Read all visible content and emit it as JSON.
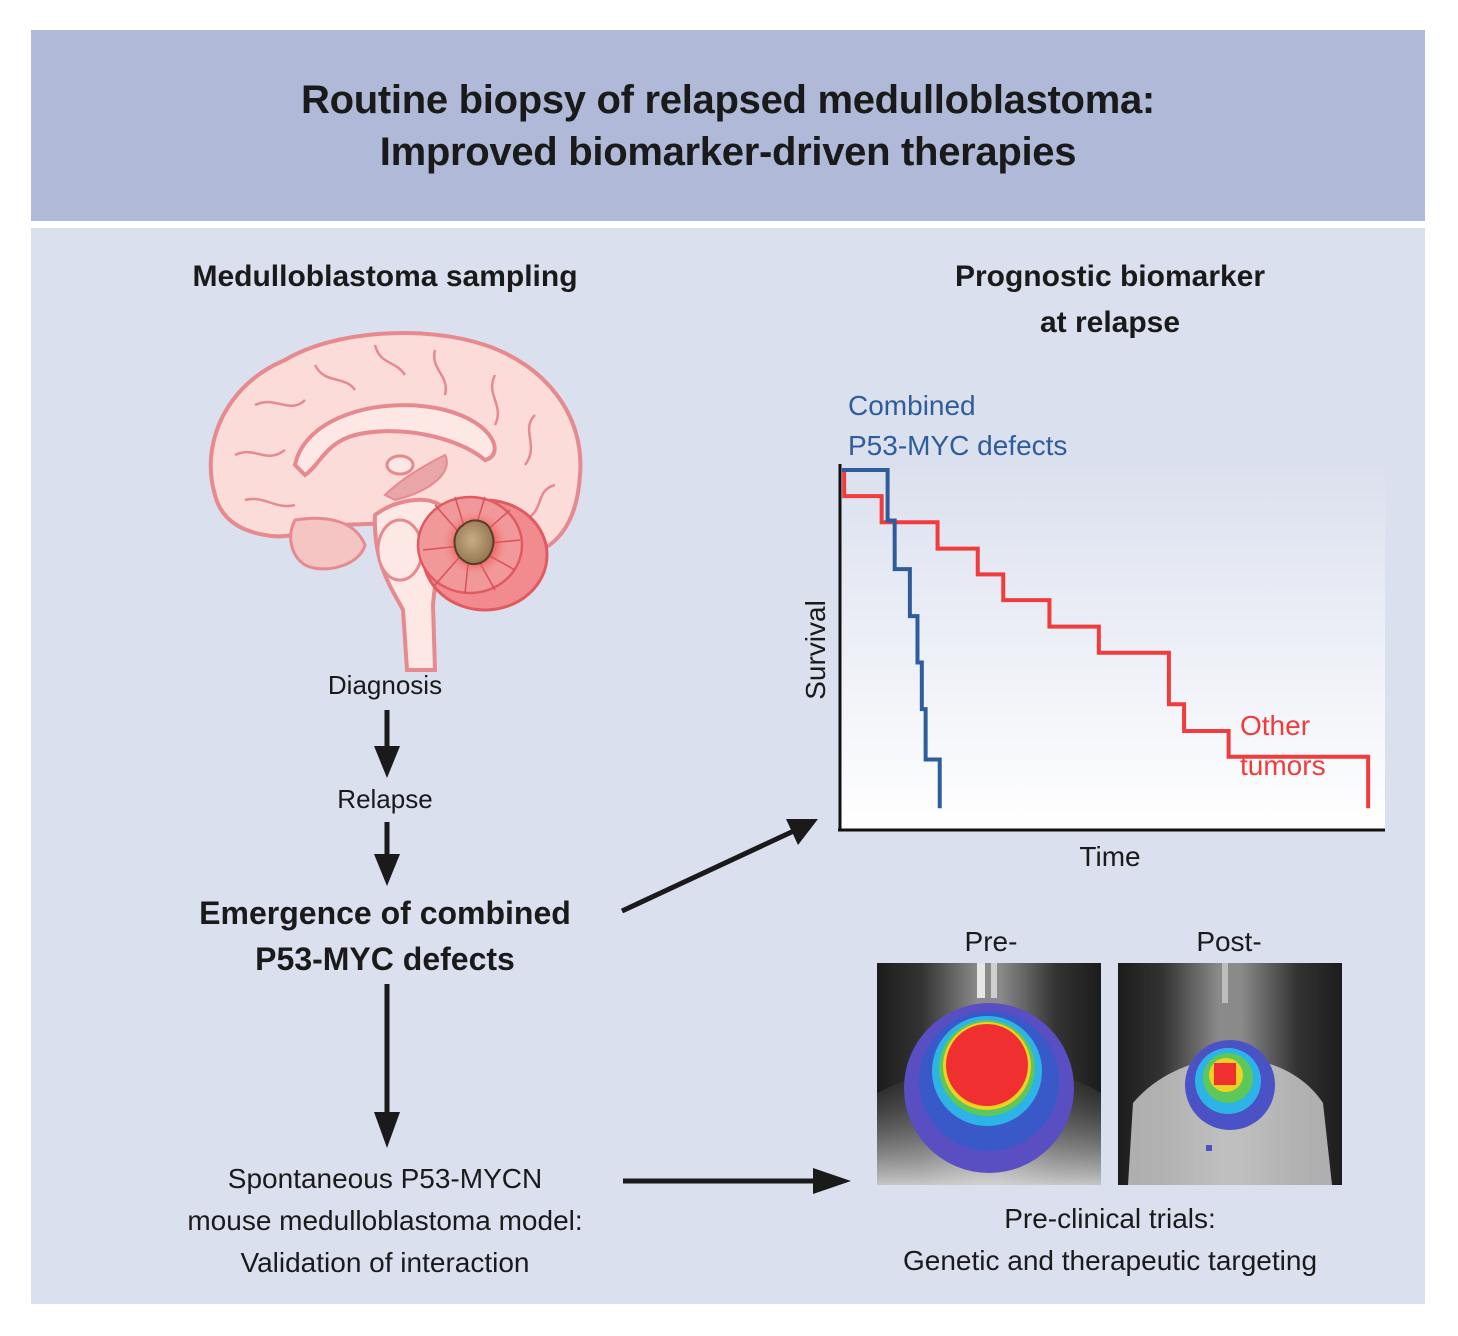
{
  "header": {
    "title_line1": "Routine biopsy of relapsed medulloblastoma:",
    "title_line2": "Improved biomarker-driven therapies"
  },
  "colors": {
    "header_bg": "#b0bad8",
    "panel_bg": "#dbe0ee",
    "blue_series": "#2f5d9c",
    "red_series": "#f03c3c",
    "arrow": "#1a1a1a"
  },
  "left": {
    "heading": "Medulloblastoma sampling",
    "brain_icon": "brain-sagittal-illustration",
    "tumor_icon": "cerebellar-tumor",
    "flow": [
      {
        "label": "Diagnosis"
      },
      {
        "label": "Relapse"
      },
      {
        "label_line1": "Emergence of combined",
        "label_line2": "P53-MYC defects"
      },
      {
        "label_line1": "Spontaneous P53-MYCN",
        "label_line2": "mouse medulloblastoma model:",
        "label_line3": "Validation of interaction"
      }
    ]
  },
  "right": {
    "heading_line1": "Prognostic biomarker",
    "heading_line2": "at relapse",
    "imaging": {
      "pre_label": "Pre-",
      "post_label": "Post-",
      "caption_line1": "Pre-clinical trials:",
      "caption_line2": "Genetic and therapeutic targeting"
    }
  },
  "chart_data": {
    "type": "line",
    "subtype": "kaplan-meier-step",
    "title": "",
    "xlabel": "Time",
    "ylabel": "Survival",
    "xlim": [
      0,
      100
    ],
    "ylim": [
      0,
      1
    ],
    "grid": false,
    "ticks": "none",
    "series": [
      {
        "name": "Combined P53-MYC defects",
        "label_line1": "Combined",
        "label_line2": "P53-MYC defects",
        "color": "#2f5d9c",
        "label_position": "top-left",
        "x": [
          0,
          8.4,
          9.7,
          12.5,
          13.9,
          14.7,
          15.4,
          18.0
        ],
        "y": [
          1.0,
          0.855,
          0.715,
          0.58,
          0.447,
          0.313,
          0.168,
          0.028
        ]
      },
      {
        "name": "Other tumors",
        "label_line1": "Other",
        "label_line2": "tumors",
        "color": "#f03c3c",
        "label_position": "bottom-right",
        "x": [
          0,
          0.4,
          7.3,
          17.6,
          25.0,
          29.7,
          38.2,
          47.3,
          60.2,
          63.0,
          71.2,
          96.9
        ],
        "y": [
          1.0,
          0.925,
          0.85,
          0.774,
          0.7,
          0.626,
          0.55,
          0.475,
          0.327,
          0.25,
          0.176,
          0.028
        ]
      }
    ]
  }
}
